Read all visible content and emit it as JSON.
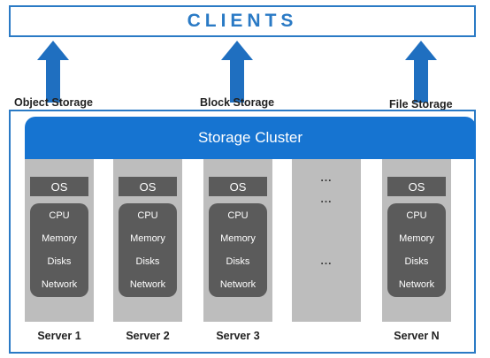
{
  "clients_title": "CLIENTS",
  "arrows": [
    {
      "label": "Object Storage"
    },
    {
      "label": "Block Storage"
    },
    {
      "label": "File Storage"
    }
  ],
  "cluster_title": "Storage Cluster",
  "servers": [
    {
      "name": "Server 1",
      "os": "OS",
      "resources": [
        "CPU",
        "Memory",
        "Disks",
        "Network"
      ]
    },
    {
      "name": "Server 2",
      "os": "OS",
      "resources": [
        "CPU",
        "Memory",
        "Disks",
        "Network"
      ]
    },
    {
      "name": "Server 3",
      "os": "OS",
      "resources": [
        "CPU",
        "Memory",
        "Disks",
        "Network"
      ]
    },
    {
      "name": "Server N",
      "os": "OS",
      "resources": [
        "CPU",
        "Memory",
        "Disks",
        "Network"
      ]
    }
  ],
  "ellipsis": "...",
  "colors": {
    "accent": "#2a7ac5",
    "cluster": "#1674d1",
    "server_bg": "#bdbdbd",
    "component": "#5b5b5b"
  }
}
